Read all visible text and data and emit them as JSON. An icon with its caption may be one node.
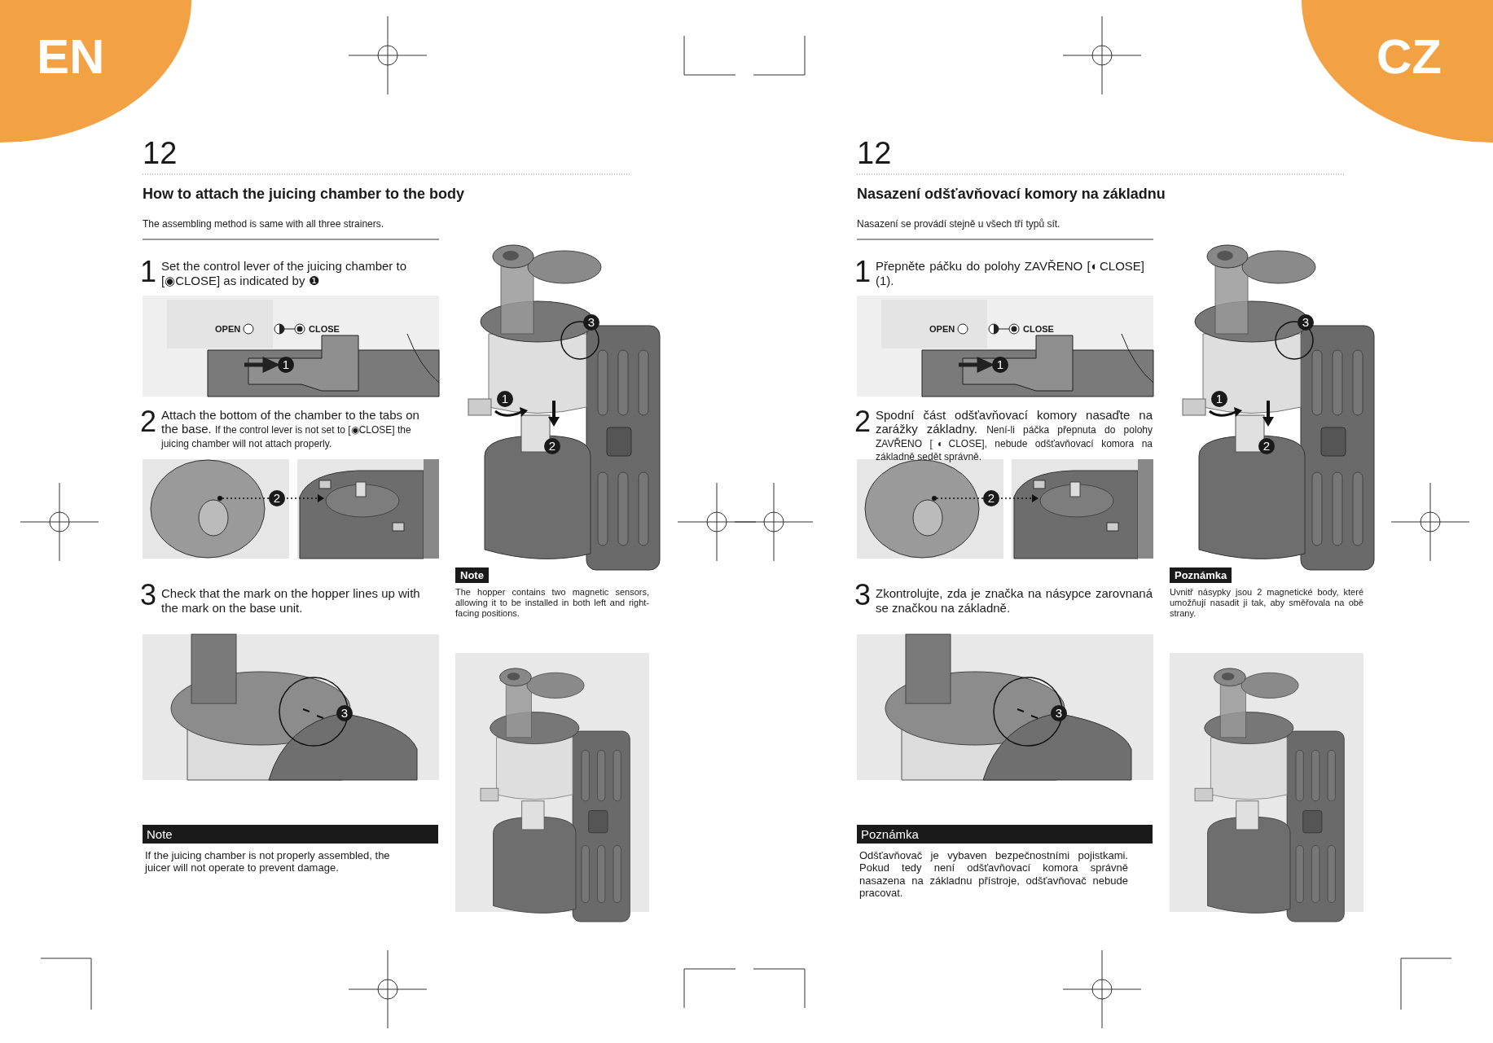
{
  "diagram": {
    "labels": [
      "EN",
      "12",
      "How to attach the juicing chamber to the body",
      "The assembling method is same with all three strainers.",
      "1",
      "Set the control lever of the juicing chamber to [◉CLOSE] as indicated by ❶",
      "OPEN",
      "CLOSE",
      "1",
      "2",
      "Attach the bottom of the chamber to the tabs on the base.",
      "If the control lever is not set to [◉CLOSE] the juicing chamber will not attach properly.",
      "2",
      "3",
      "Check that the mark on the hopper lines up with the mark on the base unit.",
      "3",
      "Note",
      "If the juicing chamber is not properly assembled, the juicer will not operate to prevent damage.",
      "3",
      "1",
      "2",
      "Note",
      "The hopper contains two magnetic sensors, allowing it to be installed in both left and right-facing positions.",
      "CZ",
      "12",
      "Nasazení odšťavňovací komory na základnu",
      "Nasazení se provádí stejně u všech tří typů sít.",
      "1",
      "Přepněte páčku do polohy ZAVŘENO [◐CLOSE] (1).",
      "OPEN",
      "CLOSE",
      "1",
      "2",
      "Spodní část odšťavňovací komory nasaďte na zarážky základny.",
      "Není-li páčka přepnuta do polohy ZAVŘENO [◐CLOSE], nebude odšťavňovací komora na základně sedět správně.",
      "2",
      "3",
      "Zkontrolujte, zda je značka na násypce zarovnaná se značkou na základně.",
      "3",
      "Poznámka",
      "Odšťavňovač je vybaven bezpečnostními pojistkami. Pokud tedy není odšťavňovací komora správně nasazena na základnu přístroje, odšťavňovač nebude pracovat.",
      "3",
      "1",
      "2",
      "Poznámka",
      "Uvnitř násypky jsou 2 magnetické body, které umožňují nasadit ji tak, aby směřovala na obě strany."
    ]
  }
}
